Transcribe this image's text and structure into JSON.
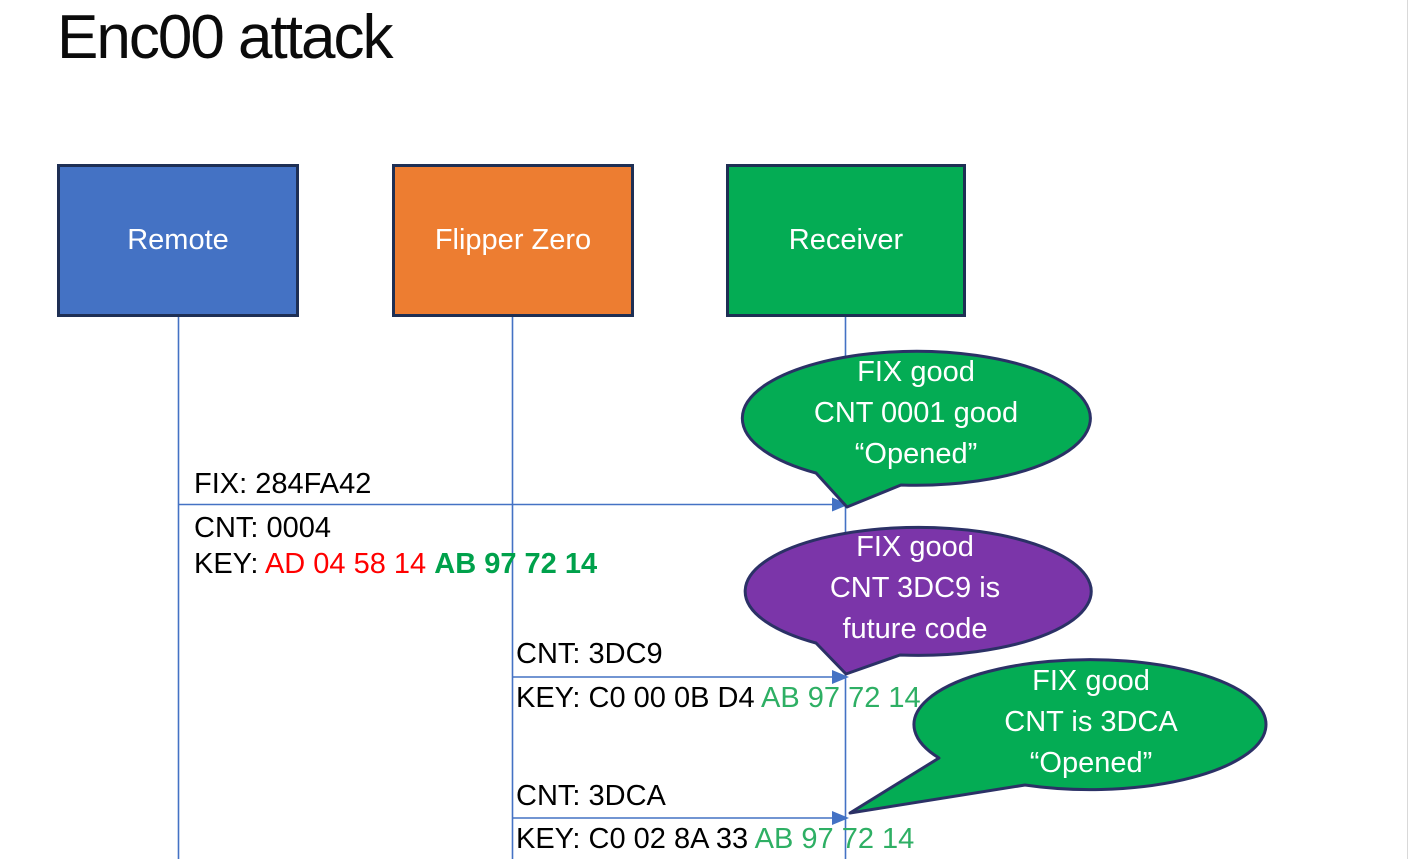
{
  "title": "Enc00 attack",
  "actors": {
    "remote": {
      "label": "Remote",
      "fill": "#4472C4"
    },
    "flipper": {
      "label": "Flipper Zero",
      "fill": "#ED7D31"
    },
    "receiver": {
      "label": "Receiver",
      "fill": "#04AC54"
    }
  },
  "messages": {
    "m1": {
      "above": "FIX: 284FA42",
      "cnt": "CNT: 0004",
      "key_prefix": "KEY: ",
      "key_changing": "AD 04 58 14 ",
      "key_fixed": "AB 97 72 14"
    },
    "m2": {
      "above": "CNT: 3DC9",
      "key_prefix": "KEY: ",
      "key_changing": "C0 00 0B D4 ",
      "key_fixed": "AB 97 72 14"
    },
    "m3": {
      "above": "CNT: 3DCA",
      "key_prefix": "KEY: ",
      "key_changing": "C0 02 8A 33 ",
      "key_fixed": "AB 97 72 14"
    }
  },
  "callouts": {
    "c1": {
      "line1": "FIX good",
      "line2": "CNT 0001 good",
      "line3": "“Opened”",
      "fill": "#04AC54"
    },
    "c2": {
      "line1": "FIX good",
      "line2": "CNT 3DC9 is",
      "line3": "future code",
      "fill": "#7B35A9"
    },
    "c3": {
      "line1": "FIX good",
      "line2": "CNT is 3DCA",
      "line3": "“Opened”",
      "fill": "#04AC54"
    }
  },
  "colors": {
    "connector": "#4472C4",
    "shape_border": "#1E2F54",
    "callout_border": "#2B3166",
    "label_text": "#000000",
    "key_changing_red": "#FF0000",
    "key_fixed_green_bold": "#00A14B",
    "key_fixed_green": "#2EAF64"
  }
}
